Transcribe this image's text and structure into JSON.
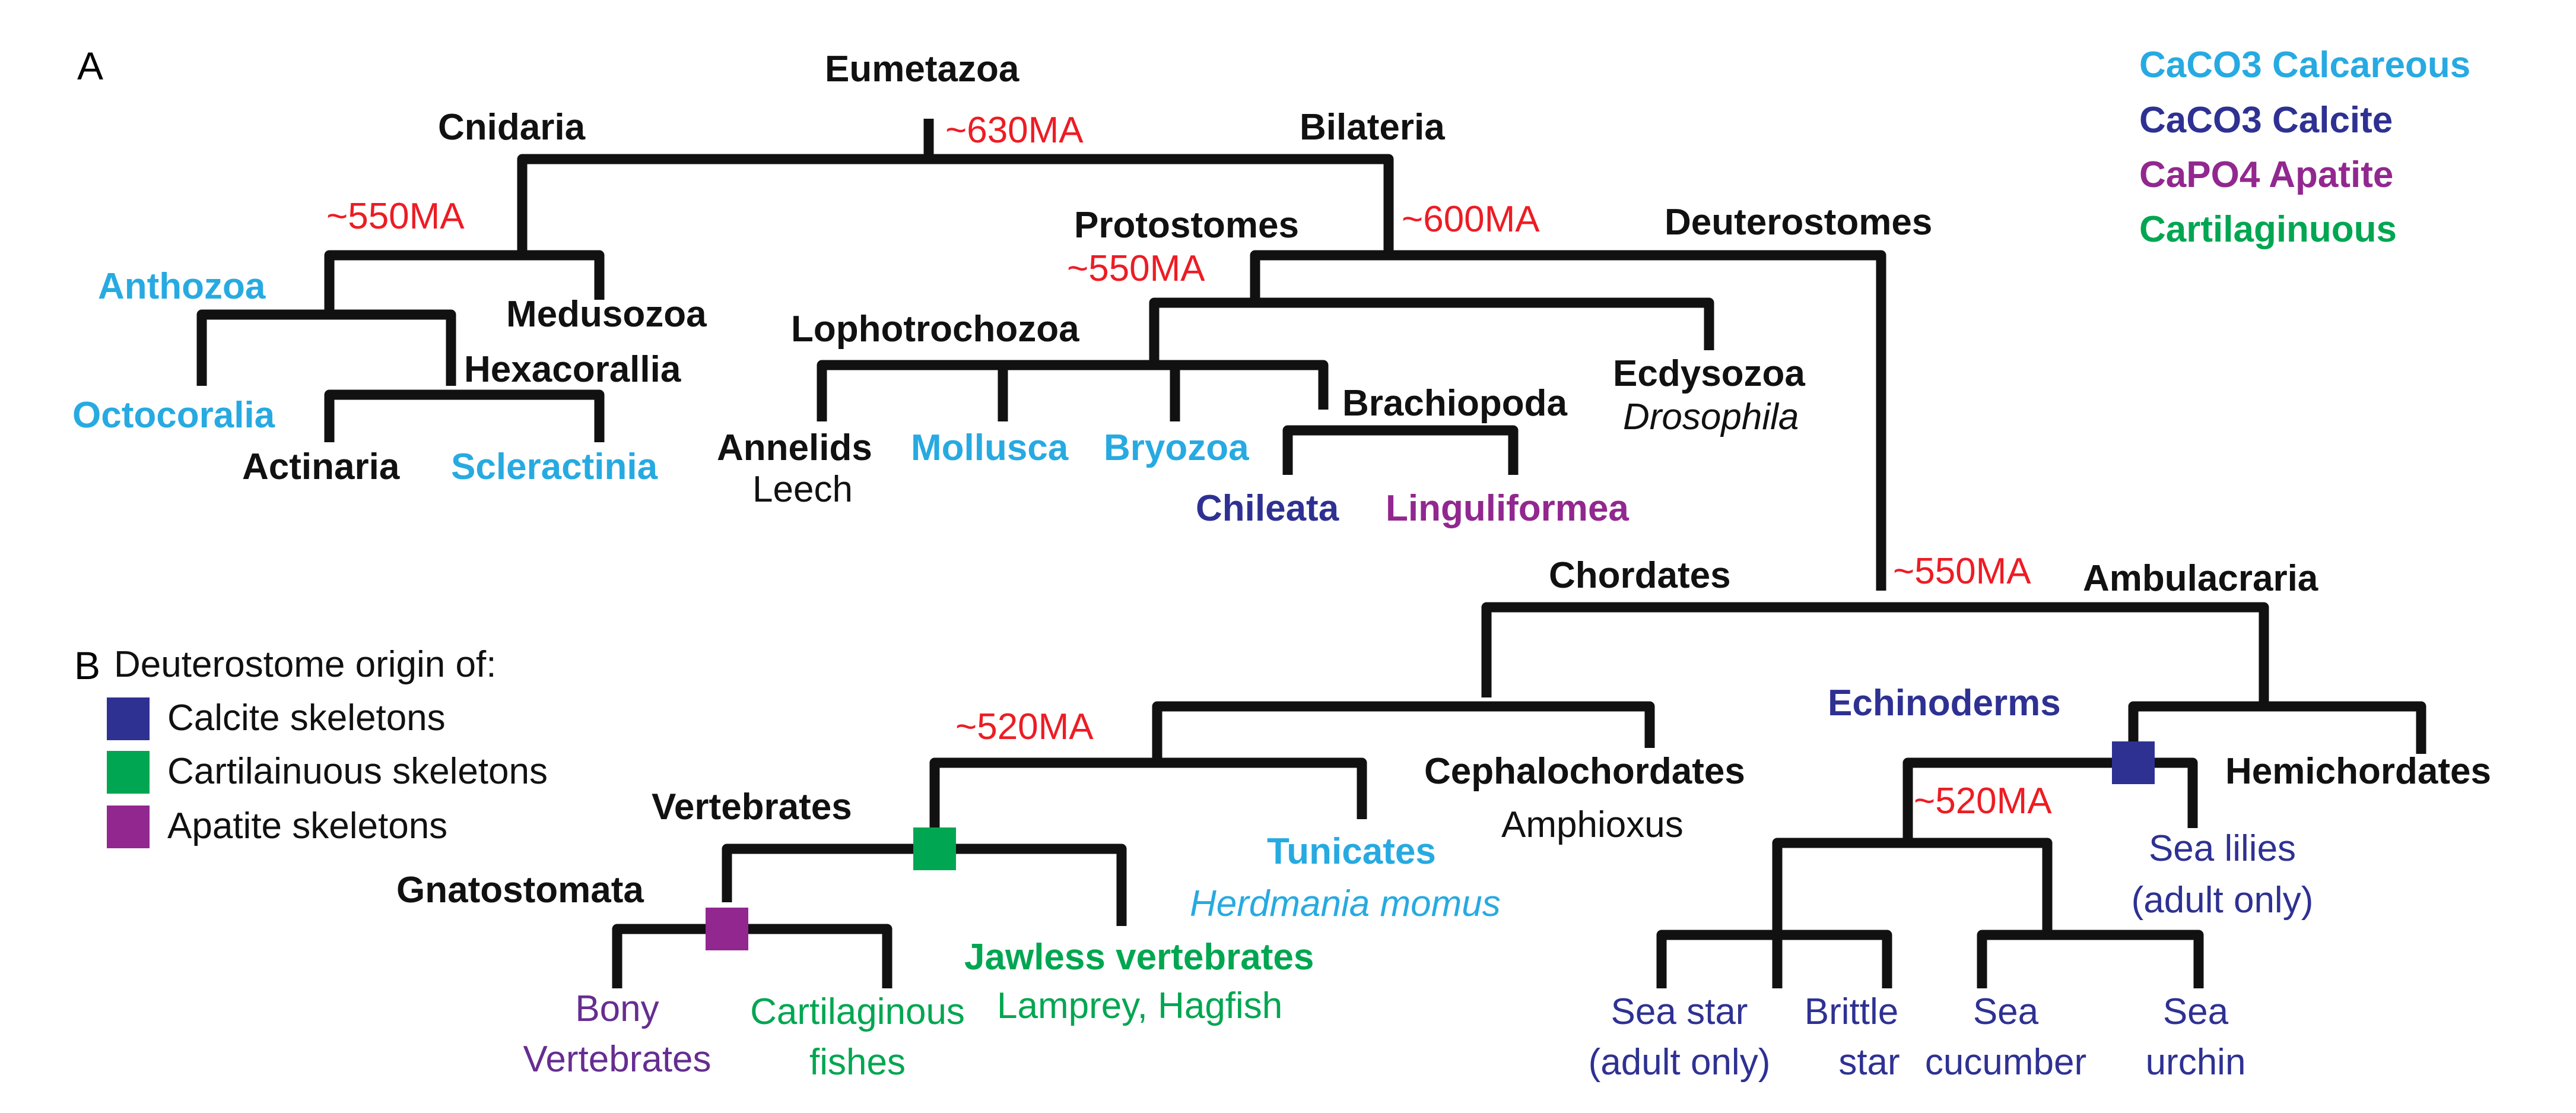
{
  "panel_a_label": "A",
  "panel_b_label": "B",
  "colors": {
    "black": "#111111",
    "calcareous": "#27aae1",
    "calcite": "#2e3192",
    "apatite": "#92278f",
    "cartilaginous": "#00a651",
    "divergence": "#ed1c24",
    "bony": "#662d91"
  },
  "legend_top": [
    {
      "text": "CaCO3 Calcareous",
      "color": "#27aae1"
    },
    {
      "text": "CaCO3 Calcite",
      "color": "#2e3192"
    },
    {
      "text": "CaPO4 Apatite",
      "color": "#92278f"
    },
    {
      "text": "Cartilaginuous",
      "color": "#00a651"
    }
  ],
  "legend_b": {
    "title": "Deuterostome origin of:",
    "items": [
      {
        "text": "Calcite skeletons",
        "color": "#2e3192"
      },
      {
        "text": "Cartilainuous skeletons",
        "color": "#00a651"
      },
      {
        "text": "Apatite skeletons",
        "color": "#92278f"
      }
    ]
  },
  "divergence_times": {
    "eumetazoa": "~630MA",
    "cnidaria": "~550MA",
    "bilateria": "~600MA",
    "protostomes": "~550MA",
    "deuterostomes": "~550MA",
    "chordates": "~520MA",
    "echinoderms": "~520MA"
  },
  "nodes": {
    "eumetazoa": "Eumetazoa",
    "cnidaria": "Cnidaria",
    "bilateria": "Bilateria",
    "anthozoa": "Anthozoa",
    "medusozoa": "Medusozoa",
    "hexacorallia": "Hexacorallia",
    "octocoralia": "Octocoralia",
    "actinaria": "Actinaria",
    "scleractinia": "Scleractinia",
    "protostomes": "Protostomes",
    "deuterostomes": "Deuterostomes",
    "lophotrochozoa": "Lophotrochozoa",
    "ecdysozoa": "Ecdysozoa",
    "drosophila": "Drosophila",
    "annelids": "Annelids",
    "leech": "Leech",
    "mollusca": "Mollusca",
    "bryozoa": "Bryozoa",
    "brachiopoda": "Brachiopoda",
    "chileata": "Chileata",
    "linguliformea": "Linguliformea",
    "chordates": "Chordates",
    "ambulacraria": "Ambulacraria",
    "vertebrates": "Vertebrates",
    "cephalochordates": "Cephalochordates",
    "amphioxus": "Amphioxus",
    "tunicates": "Tunicates",
    "herdmania": "Herdmania momus",
    "gnatostomata": "Gnatostomata",
    "jawless": "Jawless vertebrates",
    "lamprey": "Lamprey, Hagfish",
    "bony_1": "Bony",
    "bony_2": "Vertebrates",
    "cartfish_1": "Cartilaginous",
    "cartfish_2": "fishes",
    "echinoderms": "Echinoderms",
    "hemichordates": "Hemichordates",
    "sealilies_1": "Sea lilies",
    "sealilies_2": "(adult only)",
    "seastar_1": "Sea star",
    "seastar_2": "(adult only)",
    "brittle_1": "Brittle",
    "brittle_2": "star",
    "cucumber_1": "Sea",
    "cucumber_2": "cucumber",
    "urchin_1": "Sea",
    "urchin_2": "urchin"
  }
}
